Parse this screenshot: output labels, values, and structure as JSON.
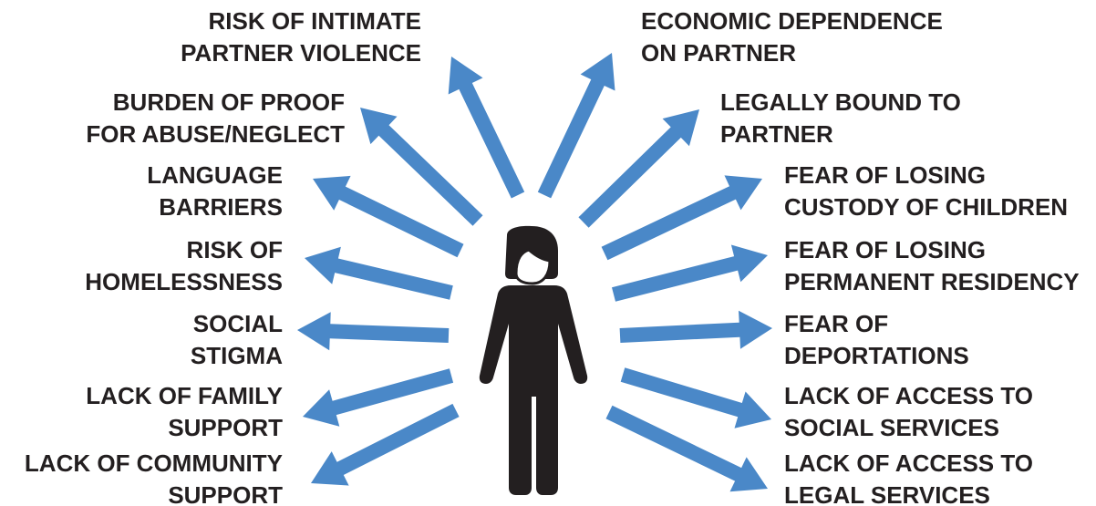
{
  "colors": {
    "arrow": "#4a88c8",
    "figure": "#231f20",
    "text": "#231f20",
    "background": "#ffffff"
  },
  "figure": {
    "icon": "woman-person-icon"
  },
  "left_labels": [
    {
      "line1": "RISK OF INTIMATE",
      "line2": "PARTNER VIOLENCE"
    },
    {
      "line1": "BURDEN OF PROOF",
      "line2": "FOR ABUSE/NEGLECT"
    },
    {
      "line1": "LANGUAGE",
      "line2": "BARRIERS"
    },
    {
      "line1": "RISK OF",
      "line2": "HOMELESSNESS"
    },
    {
      "line1": "SOCIAL",
      "line2": "STIGMA"
    },
    {
      "line1": "LACK OF FAMILY",
      "line2": "SUPPORT"
    },
    {
      "line1": "LACK OF COMMUNITY",
      "line2": "SUPPORT"
    }
  ],
  "right_labels": [
    {
      "line1": "ECONOMIC DEPENDENCE",
      "line2": "ON PARTNER"
    },
    {
      "line1": "LEGALLY BOUND TO",
      "line2": "PARTNER"
    },
    {
      "line1": "FEAR OF LOSING",
      "line2": "CUSTODY OF CHILDREN"
    },
    {
      "line1": "FEAR OF LOSING",
      "line2": "PERMANENT RESIDENCY"
    },
    {
      "line1": "FEAR OF",
      "line2": "DEPORTATIONS"
    },
    {
      "line1": "LACK OF ACCESS TO",
      "line2": "SOCIAL SERVICES"
    },
    {
      "line1": "LACK OF ACCESS TO",
      "line2": "LEGAL SERVICES"
    }
  ]
}
